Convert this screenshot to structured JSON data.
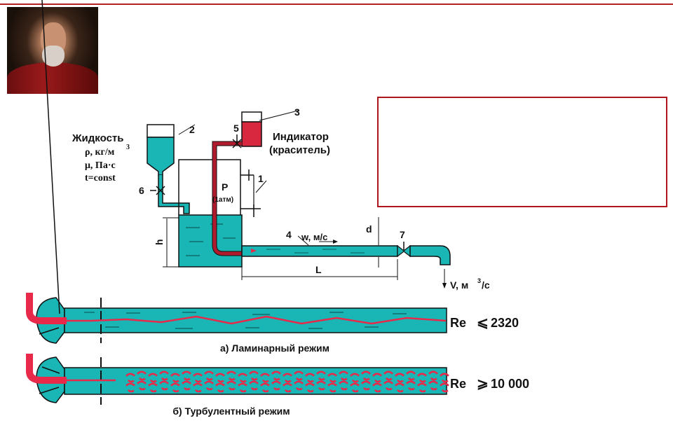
{
  "colors": {
    "accent": "#b22222",
    "water": "#1ab5b5",
    "dye": "#e8294a",
    "dye_dark": "#b01c2e"
  },
  "apparatus": {
    "liquid_title": "Жидкость",
    "rho": "ρ, кг/м",
    "rho_exp": "3",
    "mu": "μ, Па·с",
    "temp": "t=const",
    "indicator": "Индикатор",
    "dye": "(краситель)",
    "pressure": "P",
    "pressure_unit": "(1атм)",
    "velocity": "w, м/с",
    "flow": "V, м",
    "flow_exp": "3",
    "flow_unit": "/с",
    "h": "h",
    "d": "d",
    "L": "L",
    "numbers": [
      "1",
      "2",
      "3",
      "4",
      "5",
      "6",
      "7"
    ]
  },
  "regimes": [
    {
      "caption": "а) Ламинарный режим",
      "criterion": "Re",
      "sign": "⩽",
      "value": "2320"
    },
    {
      "caption": "б) Турбулентный режим",
      "criterion": "Re",
      "sign": "⩾",
      "value": "10 000"
    }
  ]
}
